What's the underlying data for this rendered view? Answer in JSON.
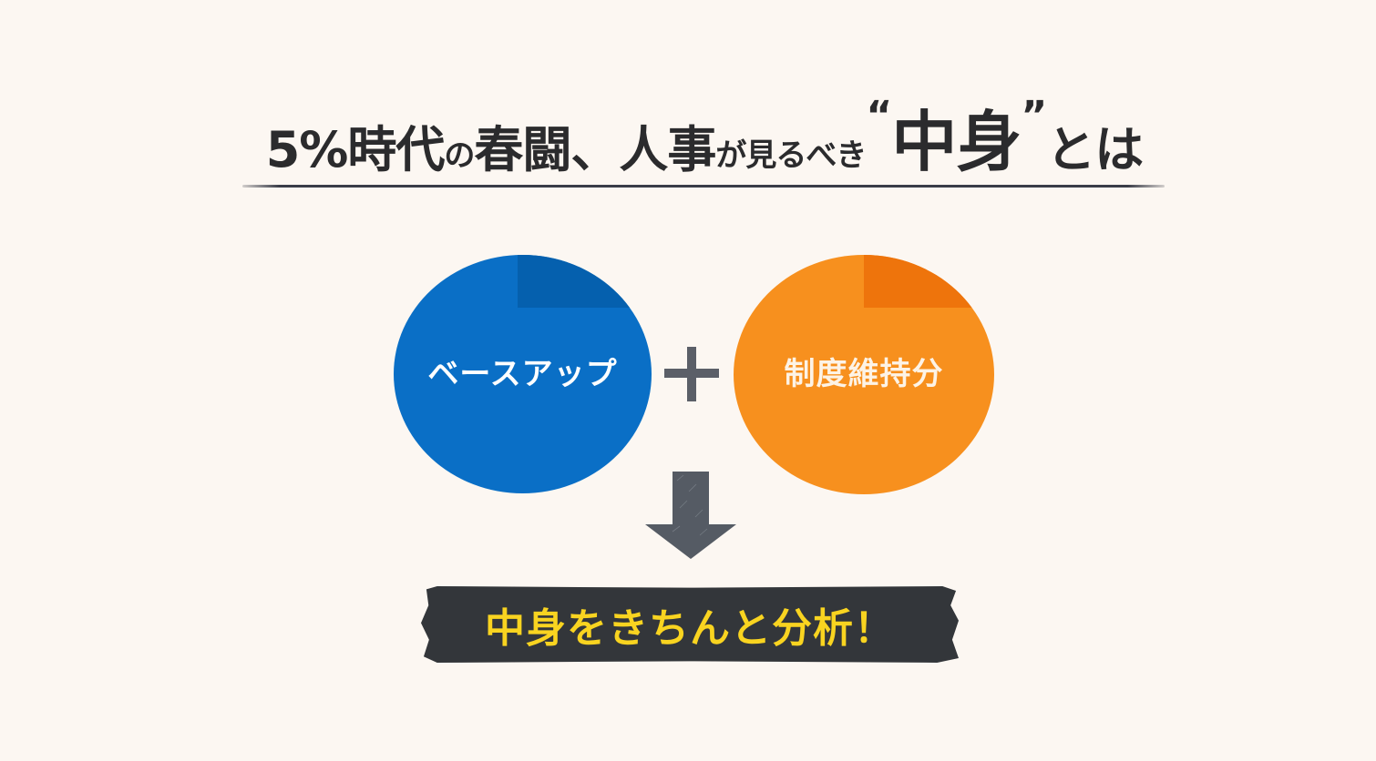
{
  "title": {
    "part1": "5%時代",
    "part2": "の",
    "part3": "春闘、人事",
    "part4": "が見るべき",
    "quote_open": "“",
    "emphasis": "中身",
    "quote_close": "”",
    "part5": "とは"
  },
  "diagram": {
    "left_circle": {
      "label": "ベースアップ",
      "color": "#0a6fc6",
      "accent": "#0560ae"
    },
    "operator": "plus",
    "right_circle": {
      "label": "制度維持分",
      "color": "#f7901e",
      "accent": "#ee740c"
    },
    "arrow": "down",
    "result_banner": {
      "label": "中身をきちんと分析！",
      "text_color": "#f9d420",
      "background": "#33363a"
    }
  },
  "colors": {
    "background": "#fcf7f2",
    "title_text": "#2b2b2d",
    "operator": "#5b5f68"
  }
}
